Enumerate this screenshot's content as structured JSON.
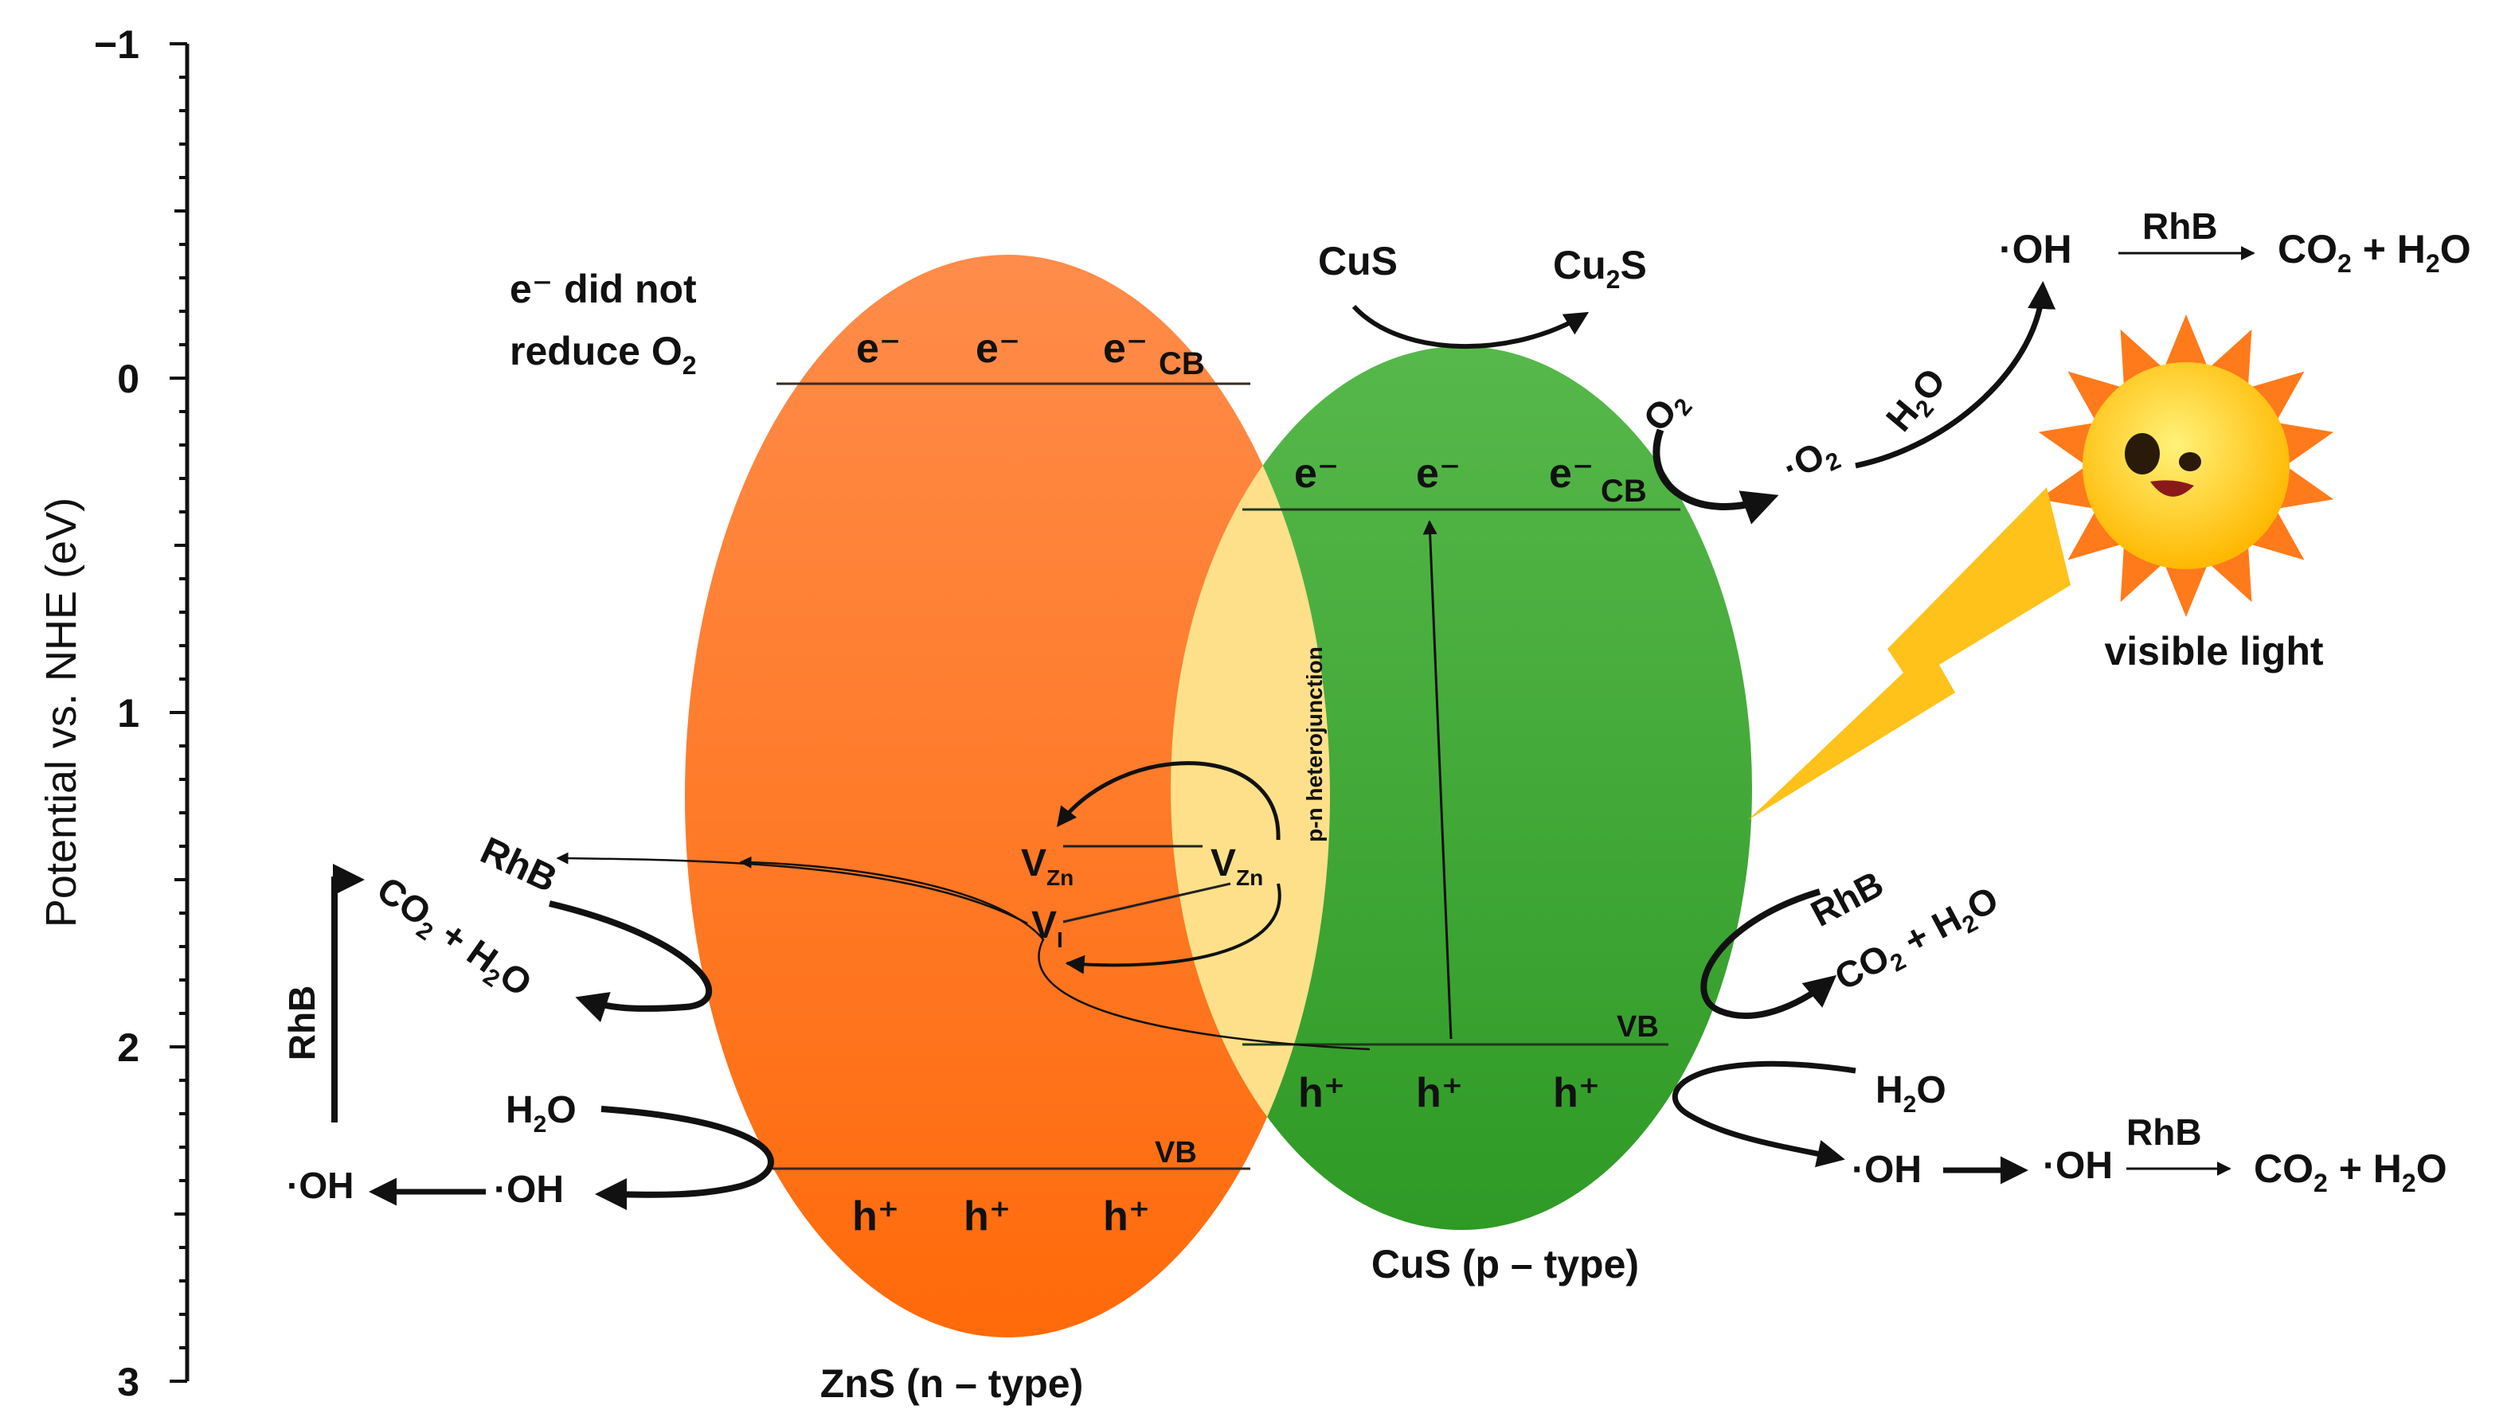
{
  "axis": {
    "label": "Potential vs. NHE (eV)",
    "ticks": [
      {
        "value": -1,
        "label": "−1"
      },
      {
        "value": 0,
        "label": "0"
      },
      {
        "value": 1,
        "label": "1"
      },
      {
        "value": 2,
        "label": "2"
      },
      {
        "value": 3,
        "label": "3"
      }
    ],
    "range": [
      -1,
      3
    ]
  },
  "zns": {
    "label": "ZnS (n – type)",
    "cb_label": "CB",
    "vb_label": "VB",
    "electron": "e⁻",
    "hole": "h⁺",
    "color_top": "#ff8c4a",
    "color_bottom": "#ff6a0a",
    "cb_potential": 0,
    "vb_potential": 2.4
  },
  "cus": {
    "label": "CuS (p – type)",
    "cb_label": "CB",
    "vb_label": "VB",
    "electron": "e⁻",
    "hole": "h⁺",
    "color_top": "#56b84a",
    "color_bottom": "#2f9a26",
    "cb_potential": 0.4,
    "vb_potential": 2.0
  },
  "junction": {
    "label": "p-n heterojunction",
    "color": "#ffe08a"
  },
  "defects": {
    "vzn": "V",
    "vzn_sub": "Zn",
    "vi": "V",
    "vi_sub": "I"
  },
  "notes": {
    "e_line1": "e⁻ did not",
    "e_line2": "reduce O",
    "e_line2_sub": "2",
    "visible_light": "visible light"
  },
  "reactions": {
    "cus": "CuS",
    "cu2s": "Cu",
    "cu2s_sub": "2",
    "cu2s_tail": "S",
    "o2": "O",
    "o2_sub": "2",
    "superoxide": "·O",
    "superoxide_sub": "2",
    "h2o": "H",
    "h2o_sub": "2",
    "h2o_tail": "O",
    "oh": "·OH",
    "rhb": "RhB",
    "co2": "CO",
    "co2_sub": "2",
    "plus_h2o": " + H",
    "plus_h2o_sub": "2",
    "plus_h2o_tail": "O"
  },
  "colors": {
    "sun": "#ffd21e",
    "sun_rays": "#ff7a1a",
    "bolt": "#ffc21a"
  }
}
